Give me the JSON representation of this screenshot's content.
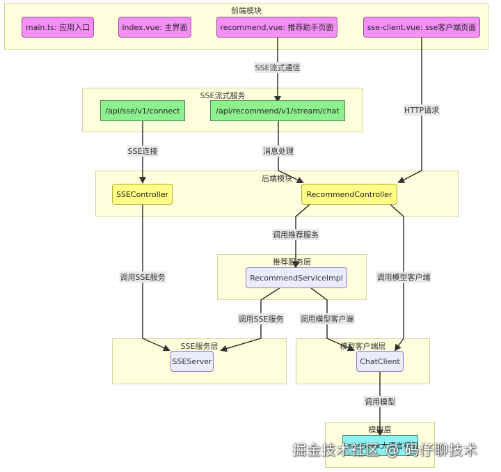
{
  "subgraphs": {
    "frontend": "前端模块",
    "sse_stream": "SSE流式服务",
    "backend": "后端模块",
    "recommend_layer": "推荐服务层",
    "sse_layer": "SSE服务层",
    "model_client_layer": "模型客户端层",
    "model_layer": "模型层"
  },
  "nodes": {
    "main_ts": "main.ts: 应用入口",
    "index_vue": "index.vue: 主界面",
    "recommend_vue": "recommend.vue: 推荐助手页面",
    "sse_client_vue": "sse-client.vue: sse客户端页面",
    "api_sse_connect": "/api/sse/v1/connect",
    "api_recommend_chat": "/api/recommend/v1/stream/chat",
    "sse_controller": "SSEController",
    "recommend_controller": "RecommendController",
    "recommend_service_impl": "RecommendServiceImpl",
    "sse_server": "SSEServer",
    "chat_client": "ChatClient",
    "llm": "DeepSeek大语言模型"
  },
  "edges": {
    "sse_stream_comm": "SSE流式通信",
    "http_request": "HTTP请求",
    "sse_connect": "SSE连接",
    "message_handling": "消息处理",
    "call_recommend_service": "调用推荐服务",
    "call_sse_service_1": "调用SSE服务",
    "call_model_client_1": "调用模型客户端",
    "call_sse_service_2": "调用SSE服务",
    "call_model_client_2": "调用模型客户端",
    "call_model": "调用模型"
  },
  "watermark": "掘金技术社区 @ 码仔聊技术"
}
